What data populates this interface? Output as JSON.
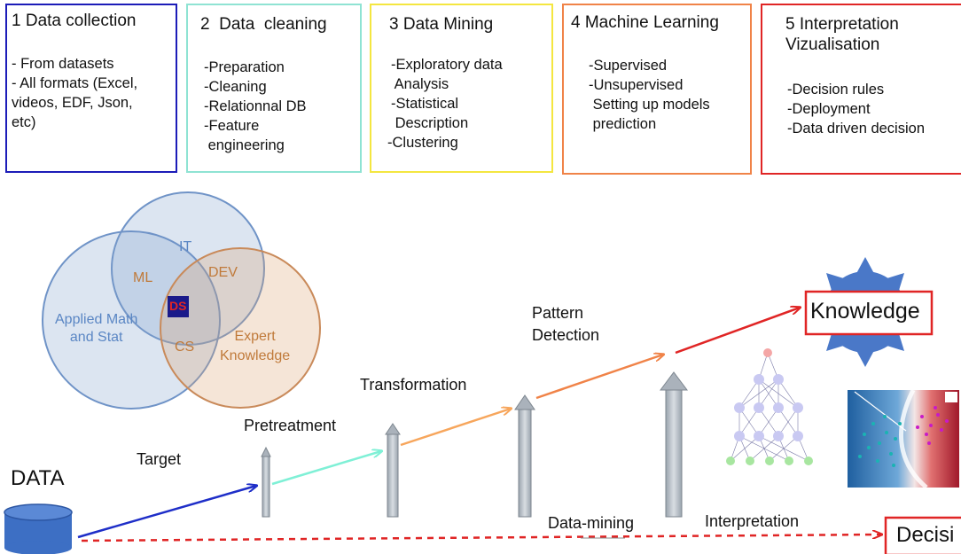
{
  "colors": {
    "step1": "#1c1cb8",
    "step2": "#8fe3d3",
    "step3": "#f4e640",
    "step4": "#f08348",
    "step5": "#e02525",
    "circle_blue": "#6f93c7",
    "circle_orange": "#c98a5a",
    "arrow_red": "#e02525",
    "arrow_orange": "#f08348",
    "arrow_light_orange": "#f7a65c",
    "arrow_cyan": "#7ff0d6",
    "arrow_blue": "#1e2ec8",
    "db_blue": "#3d6fc4"
  },
  "steps": [
    {
      "title": "1 Data collection",
      "items": [
        "- From datasets",
        "- All formats (Excel,",
        "videos, EDF, Json,",
        "etc)"
      ]
    },
    {
      "title": "2  Data  cleaning",
      "items": [
        "-Preparation",
        "-Cleaning",
        "-Relationnal DB",
        "-Feature",
        " engineering"
      ]
    },
    {
      "title": "3 Data Mining",
      "items": [
        "-Exploratory data",
        " Analysis",
        "-Statistical",
        " Description",
        "-Clustering"
      ]
    },
    {
      "title": "4 Machine Learning",
      "items": [
        "-Supervised",
        "-Unsupervised",
        " Setting up models",
        " prediction"
      ]
    },
    {
      "title": "5 Interpretation\nVizualisation",
      "items": [
        "-Decision rules",
        "-Deployment",
        "-Data driven decision"
      ]
    }
  ],
  "venn": {
    "it": "IT",
    "ml": "ML",
    "dev": "DEV",
    "ds": "DS",
    "cs": "CS",
    "applied_math": "Applied Math\nand Stat",
    "expert": "Expert\nKnowledge"
  },
  "flow": {
    "data": "DATA",
    "target": "Target",
    "pretreatment": "Pretreatment",
    "transformation": "Transformation",
    "pattern_detection": "Pattern\nDetection",
    "knowledge": "Knowledge",
    "data_mining": "Data-mining",
    "interpretation": "Interpretation",
    "decision": "Decisi"
  },
  "icons": [
    "sun-icon",
    "neural-network-icon",
    "classification-plot-icon",
    "database-icon"
  ]
}
